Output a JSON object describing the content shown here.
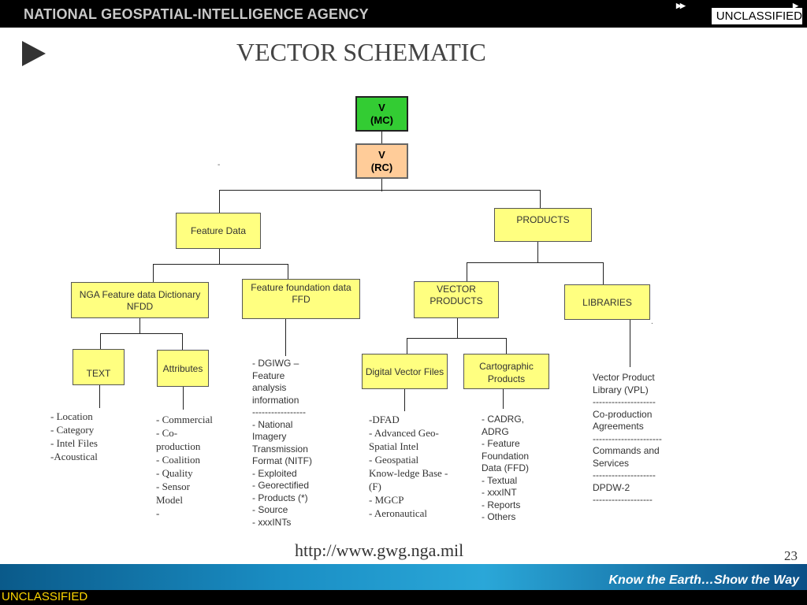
{
  "header": {
    "agency": "NATIONAL GEOSPATIAL-INTELLIGENCE AGENCY",
    "classification": "UNCLASSIFIED"
  },
  "title": "VECTOR SCHEMATIC",
  "nodes": {
    "v_mc": {
      "line1": "V",
      "line2": "(MC)"
    },
    "v_rc": {
      "line1": "V",
      "line2": "(RC)"
    },
    "feature_data": "Feature Data",
    "products": "PRODUCTS",
    "nfdd": {
      "line1": "NGA Feature data Dictionary",
      "line2": "NFDD"
    },
    "ffd": {
      "line1": "Feature foundation data",
      "line2": "FFD"
    },
    "vector_products": {
      "line1": "VECTOR",
      "line2": "PRODUCTS"
    },
    "libraries": "LIBRARIES",
    "text": "TEXT",
    "attributes": "Attributes",
    "digital_vector_files": "Digital Vector Files",
    "cartographic_products": {
      "line1": "Cartographic",
      "line2": "Products"
    }
  },
  "lists": {
    "text_items": "- Location\n- Category\n- Intel Files\n-Acoustical",
    "attributes_items": "- Commercial\n- Co-\nproduction\n- Coalition\n- Quality\n- Sensor\nModel\n-",
    "ffd_items": "- DGIWG –\nFeature\nanalysis\ninformation\n-----------------\n- National\nImagery\nTransmission\nFormat (NITF)\n- Exploited\n- Georectified\n- Products (*)\n- Source\n- xxxINTs",
    "dvf_items": "-DFAD\n- Advanced Geo-\nSpatial Intel\n- Geospatial\nKnow-ledge Base -\n(F)\n- MGCP\n- Aeronautical",
    "carto_items": "- CADRG,\nADRG\n- Feature\nFoundation\nData (FFD)\n- Textual\n- xxxINT\n- Reports\n- Others",
    "libraries_items": "Vector Product\nLibrary (VPL)\n--------------------\nCo-production\nAgreements\n----------------------\nCommands and\nServices\n--------------------\nDPDW-2\n-------------------"
  },
  "footer": {
    "url": "http://www.gwg.nga.mil",
    "page_number": "23",
    "slogan": "Know the Earth…Show the Way",
    "classification": "UNCLASSIFIED"
  }
}
